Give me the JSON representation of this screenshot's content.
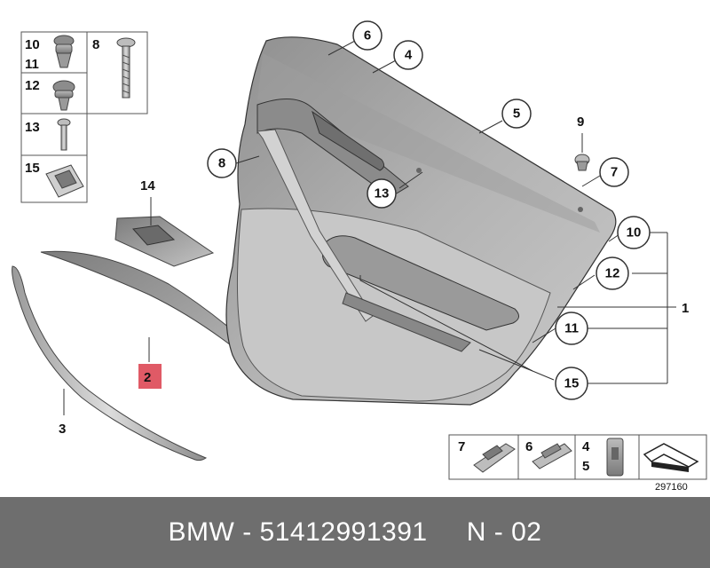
{
  "callouts": {
    "c1": "1",
    "c2": "2",
    "c3": "3",
    "c4": "4",
    "c5": "5",
    "c6": "6",
    "c7": "7",
    "c8": "8",
    "c9": "9",
    "c10": "10",
    "c11": "11",
    "c12": "12",
    "c13": "13",
    "c14": "14",
    "c15": "15"
  },
  "legend_left": {
    "n10": "10",
    "n11": "11",
    "n8": "8",
    "n12": "12",
    "n13": "13",
    "n15": "15"
  },
  "legend_bottom": {
    "n7": "7",
    "n6": "6",
    "n4": "4",
    "n5": "5"
  },
  "diagram_number": "297160",
  "footer": {
    "brand": "BMW",
    "separator": " - ",
    "part_number": "51412991391",
    "page": "N - 02"
  },
  "colors": {
    "panel": "#a9a9a9",
    "panel_dark": "#8a8a8a",
    "highlight_label": "#e05a66",
    "footer_bg": "#6e6e6e"
  }
}
